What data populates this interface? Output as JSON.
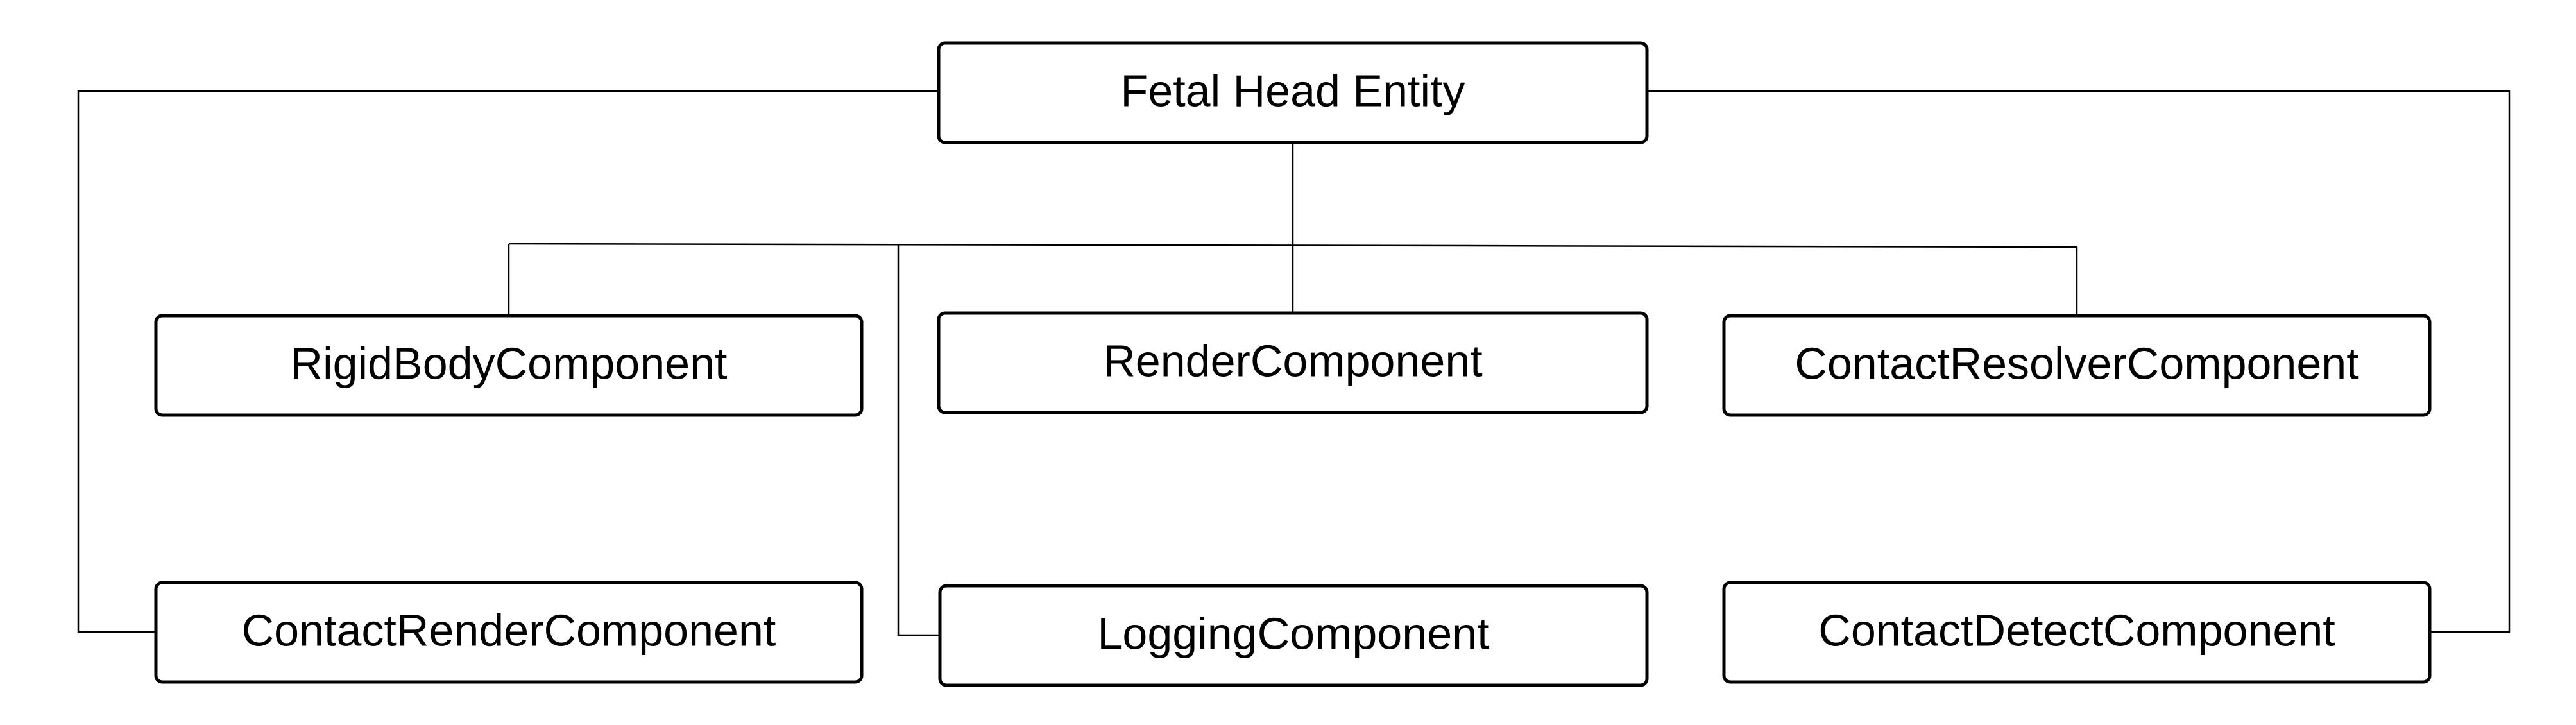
{
  "diagram": {
    "root": {
      "label": "Fetal Head Entity"
    },
    "components": {
      "rigid_body": "RigidBodyComponent",
      "render": "RenderComponent",
      "contact_resolver": "ContactResolverComponent",
      "contact_render": "ContactRenderComponent",
      "logging": "LoggingComponent",
      "contact_detect": "ContactDetectComponent"
    }
  },
  "colors": {
    "background": "#ffffff",
    "box_fill": "#ffffff",
    "stroke": "#000000",
    "text": "#000000"
  }
}
